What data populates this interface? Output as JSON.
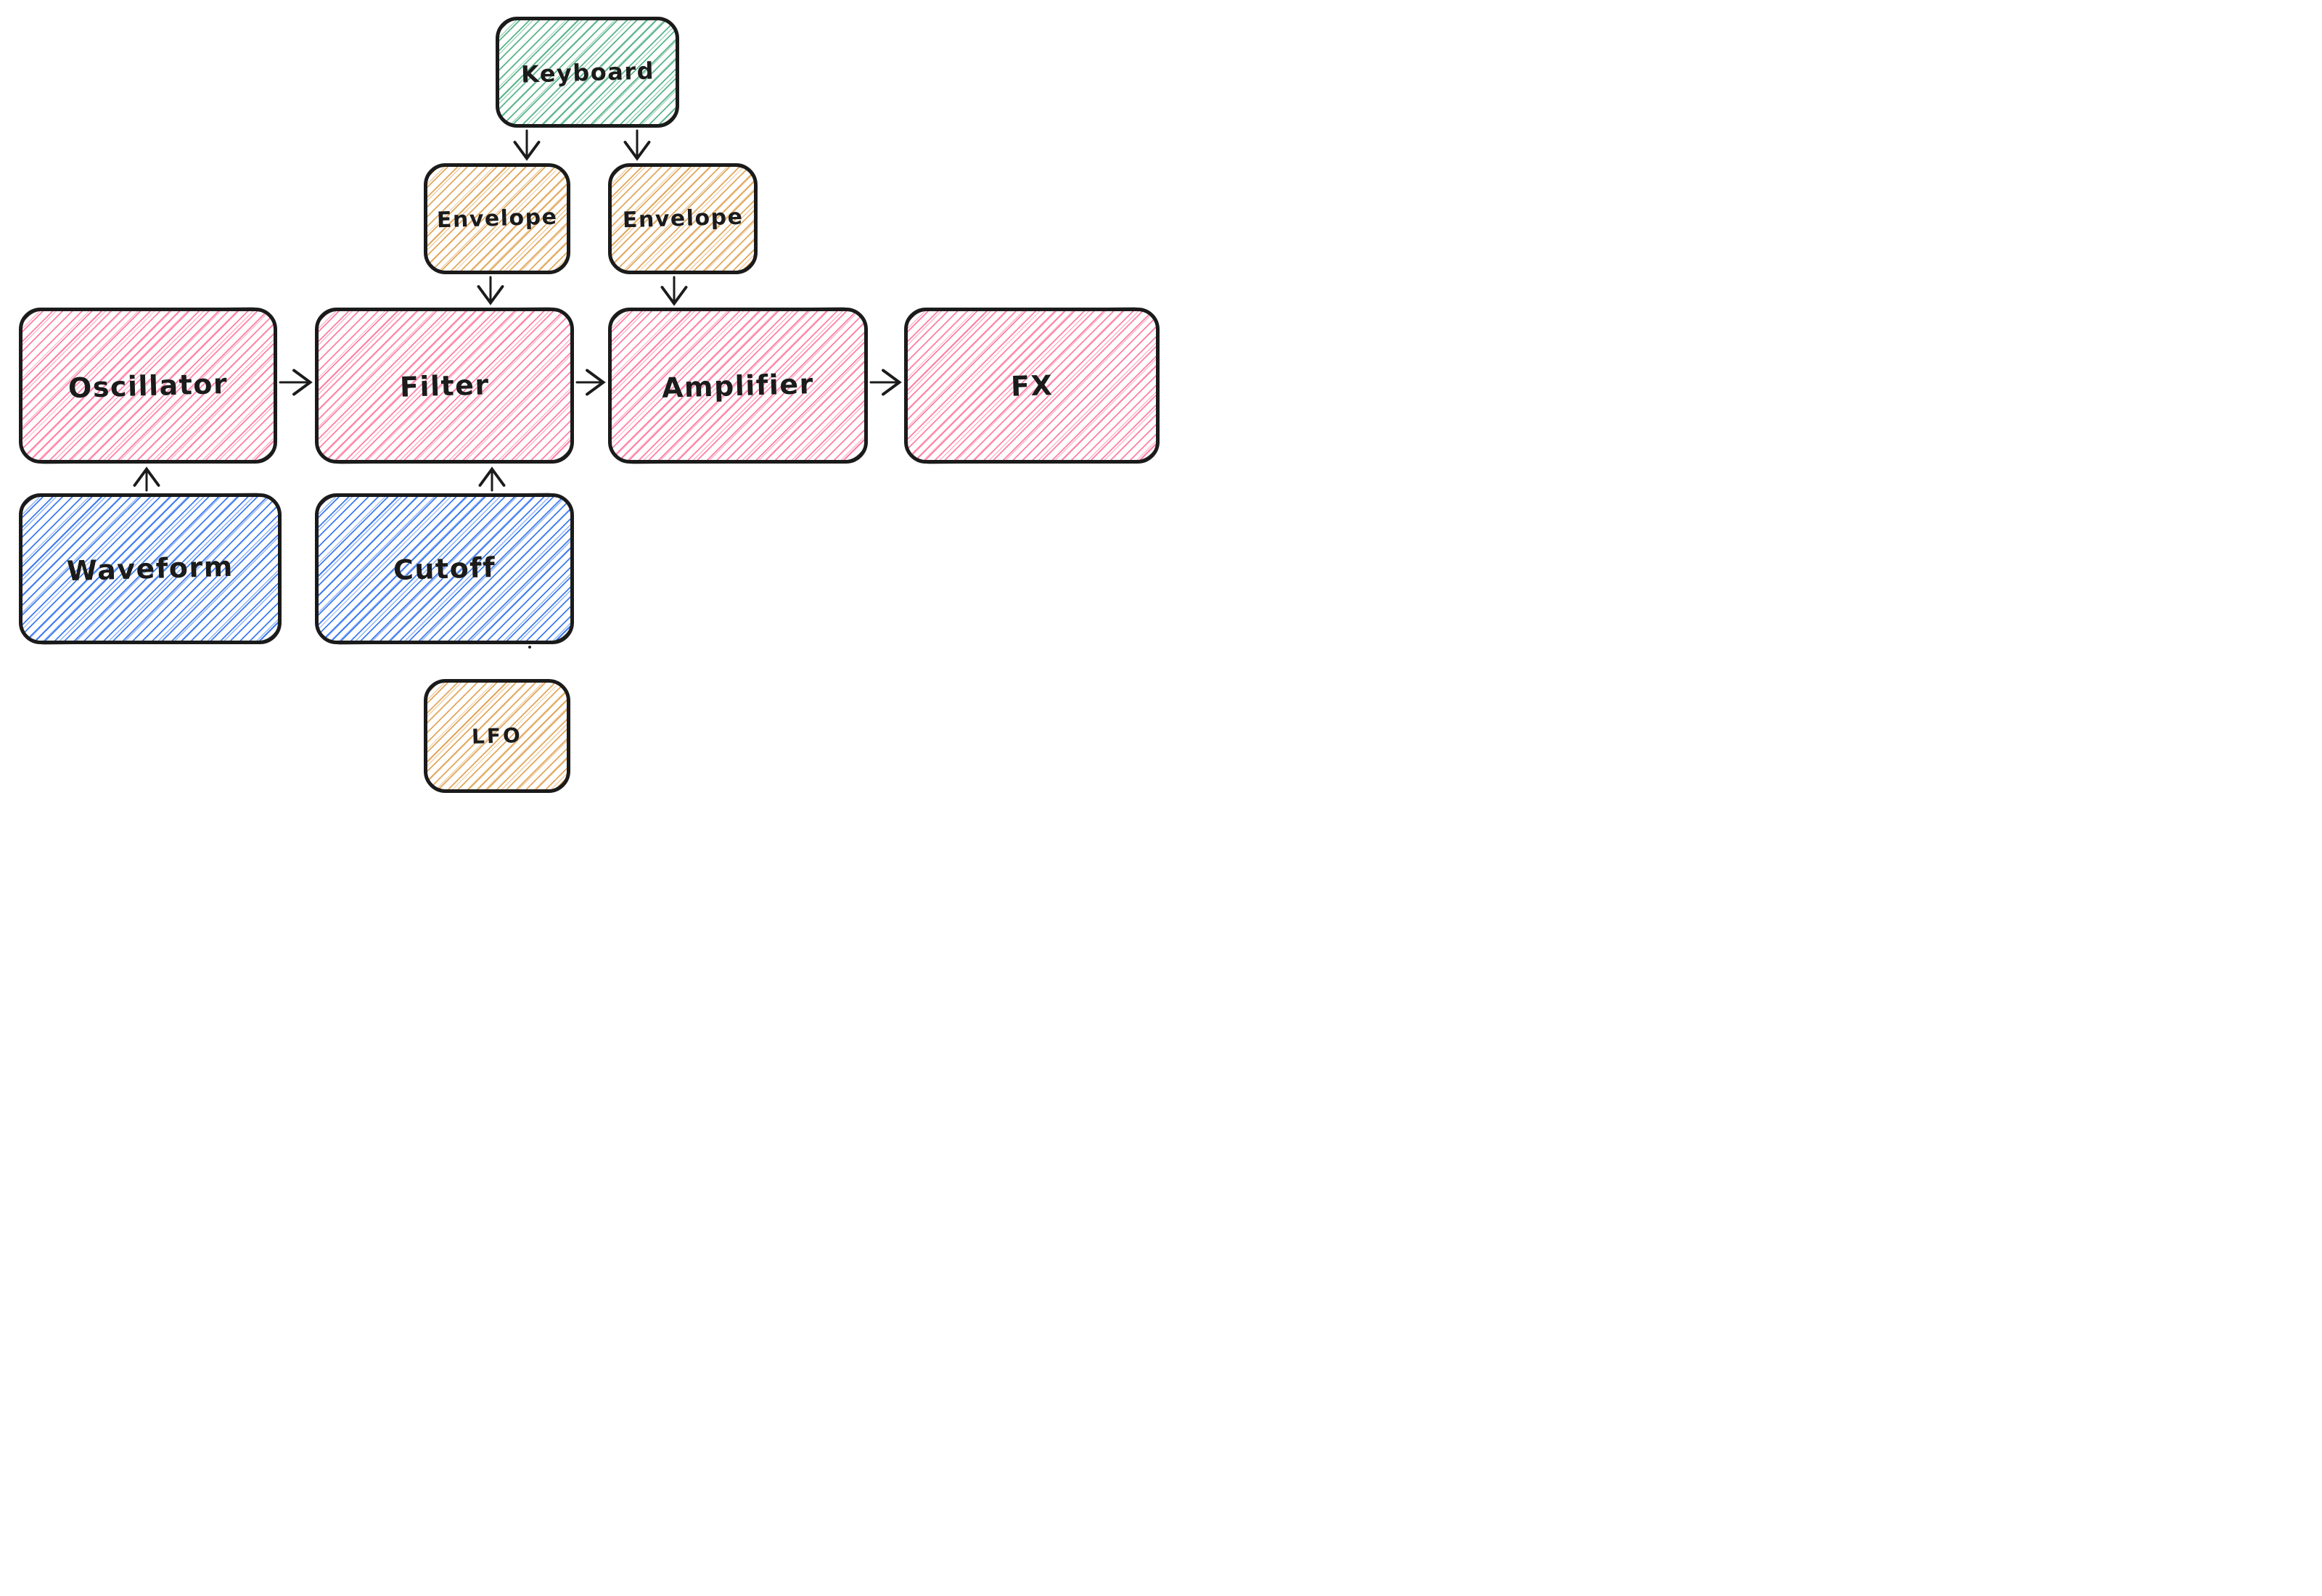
{
  "diagram": {
    "type": "flowchart",
    "style": "hand-drawn-sketch",
    "colors": {
      "stroke": "#1b1b1b",
      "background": "#ffffff",
      "green": "#58b488",
      "orange": "#e2a75c",
      "pink": "#ff7fa6",
      "blue": "#3d7bf0"
    },
    "nodes": [
      {
        "id": "keyboard",
        "label": "Keyboard",
        "color": "green"
      },
      {
        "id": "envelope-1",
        "label": "Envelope",
        "color": "orange"
      },
      {
        "id": "envelope-2",
        "label": "Envelope",
        "color": "orange"
      },
      {
        "id": "oscillator",
        "label": "Oscillator",
        "color": "pink"
      },
      {
        "id": "filter",
        "label": "Filter",
        "color": "pink"
      },
      {
        "id": "amplifier",
        "label": "Amplifier",
        "color": "pink"
      },
      {
        "id": "fx",
        "label": "FX",
        "color": "pink"
      },
      {
        "id": "waveform",
        "label": "Waveform",
        "color": "blue"
      },
      {
        "id": "cutoff",
        "label": "Cutoff",
        "color": "blue"
      },
      {
        "id": "lfo",
        "label": "LFO",
        "color": "orange"
      }
    ],
    "edges": [
      {
        "from": "keyboard",
        "to": "envelope-1"
      },
      {
        "from": "keyboard",
        "to": "envelope-2"
      },
      {
        "from": "envelope-1",
        "to": "filter"
      },
      {
        "from": "envelope-2",
        "to": "amplifier"
      },
      {
        "from": "oscillator",
        "to": "filter"
      },
      {
        "from": "filter",
        "to": "amplifier"
      },
      {
        "from": "amplifier",
        "to": "fx"
      },
      {
        "from": "waveform",
        "to": "oscillator"
      },
      {
        "from": "cutoff",
        "to": "filter"
      }
    ]
  }
}
